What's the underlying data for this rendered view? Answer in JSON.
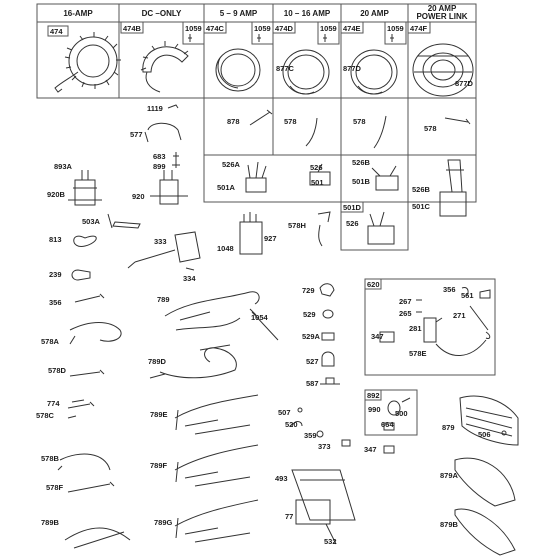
{
  "headers": {
    "col_16amp": "16-AMP",
    "col_dc_only": "DC –ONLY",
    "col_5_9amp": "5 – 9 AMP",
    "col_10_16amp": "10 – 16 AMP",
    "col_20amp": "20 AMP",
    "col_20amp_pl_1": "20 AMP",
    "col_20amp_pl_2": "POWER LINK"
  },
  "labels": {
    "p474": "474",
    "p474B": "474B",
    "p1059a": "1059",
    "p474C": "474C",
    "p1059b": "1059",
    "p474D": "474D",
    "p1059c": "1059",
    "p474E": "474E",
    "p1059d": "1059",
    "p474F": "474F",
    "p877C": "877C",
    "p877D_a": "877D",
    "p877D_b": "877D",
    "p1119": "1119",
    "p577": "577",
    "p878": "878",
    "p578a": "578",
    "p578b": "578",
    "p578c": "578",
    "p683": "683",
    "p899": "899",
    "p893A": "893A",
    "p920B": "920B",
    "p920": "920",
    "p526A": "526A",
    "p501A": "501A",
    "p526a": "526",
    "p501": "501",
    "p526B_a": "526B",
    "p501B": "501B",
    "p526B_b": "526B",
    "p501C": "501C",
    "p501D": "501D",
    "p526b": "526",
    "p503A": "503A",
    "p813": "813",
    "p333": "333",
    "p1048": "1048",
    "p927": "927",
    "p578H": "578H",
    "p239": "239",
    "p334": "334",
    "p356a": "356",
    "p789": "789",
    "p1054": "1054",
    "p729": "729",
    "p529": "529",
    "p529A": "529A",
    "p527": "527",
    "p587": "587",
    "p620": "620",
    "p356b": "356",
    "p267": "267",
    "p265": "265",
    "p561": "561",
    "p271": "271",
    "p281": "281",
    "p347a": "347",
    "p578E": "578E",
    "p578A": "578A",
    "p578D": "578D",
    "p774": "774",
    "p578C": "578C",
    "p789D": "789D",
    "p789E": "789E",
    "p507": "507",
    "p520": "520",
    "p359": "359",
    "p373": "373",
    "p892": "892",
    "p990": "990",
    "p500": "500",
    "p664": "664",
    "p347b": "347",
    "p879": "879",
    "p506": "506",
    "p578B": "578B",
    "p789F": "789F",
    "p578F": "578F",
    "p493": "493",
    "p77": "77",
    "p879A": "879A",
    "p789B": "789B",
    "p789G": "789G",
    "p532": "532",
    "p879B": "879B"
  },
  "colors": {
    "line": "#333333",
    "box": "#555555",
    "background": "#ffffff"
  }
}
